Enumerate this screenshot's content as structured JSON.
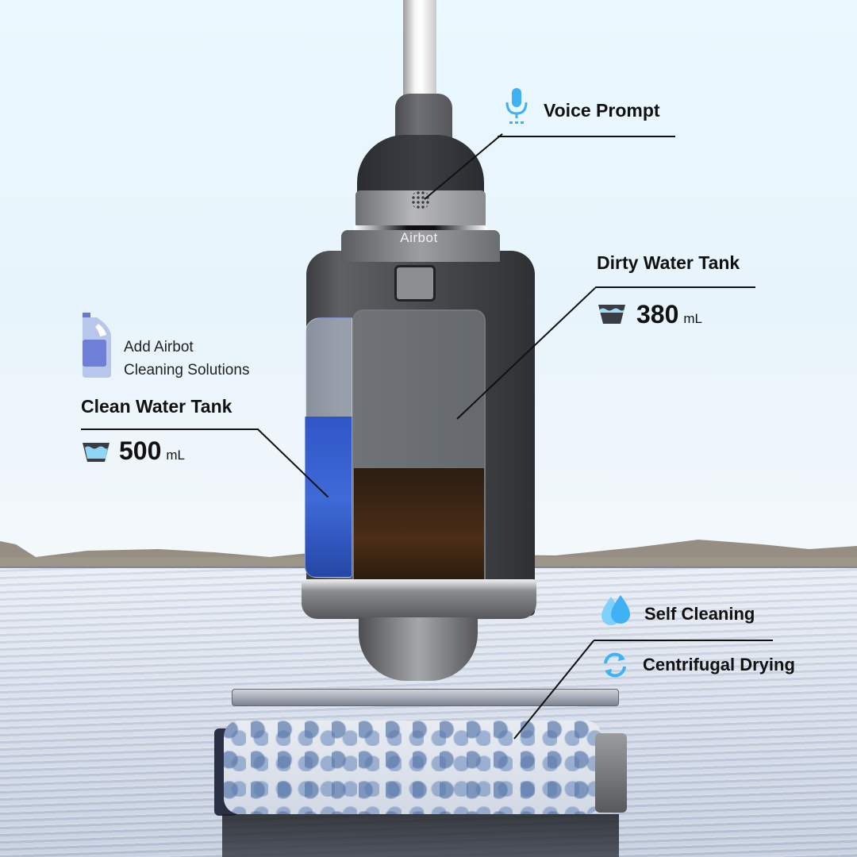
{
  "brand": "Airbot",
  "callouts": {
    "voice_prompt": {
      "label": "Voice Prompt",
      "icon": "microphone-icon"
    },
    "dirty_water_tank": {
      "label": "Dirty Water Tank",
      "value": "380",
      "unit": "mL",
      "icon": "water-basin-icon"
    },
    "cleaning_solution": {
      "line1": "Add Airbot",
      "line2": "Cleaning Solutions",
      "icon": "solution-bottle-icon"
    },
    "clean_water_tank": {
      "label": "Clean Water Tank",
      "value": "500",
      "unit": "mL",
      "icon": "water-basin-icon"
    },
    "self_cleaning": {
      "label": "Self Cleaning",
      "icon": "water-drops-icon"
    },
    "centrifugal_drying": {
      "label": "Centrifugal Drying",
      "icon": "refresh-cycle-icon"
    }
  },
  "colors": {
    "accent_blue": "#3fb1f5",
    "text": "#111111",
    "sky": "#eaf8ff"
  }
}
